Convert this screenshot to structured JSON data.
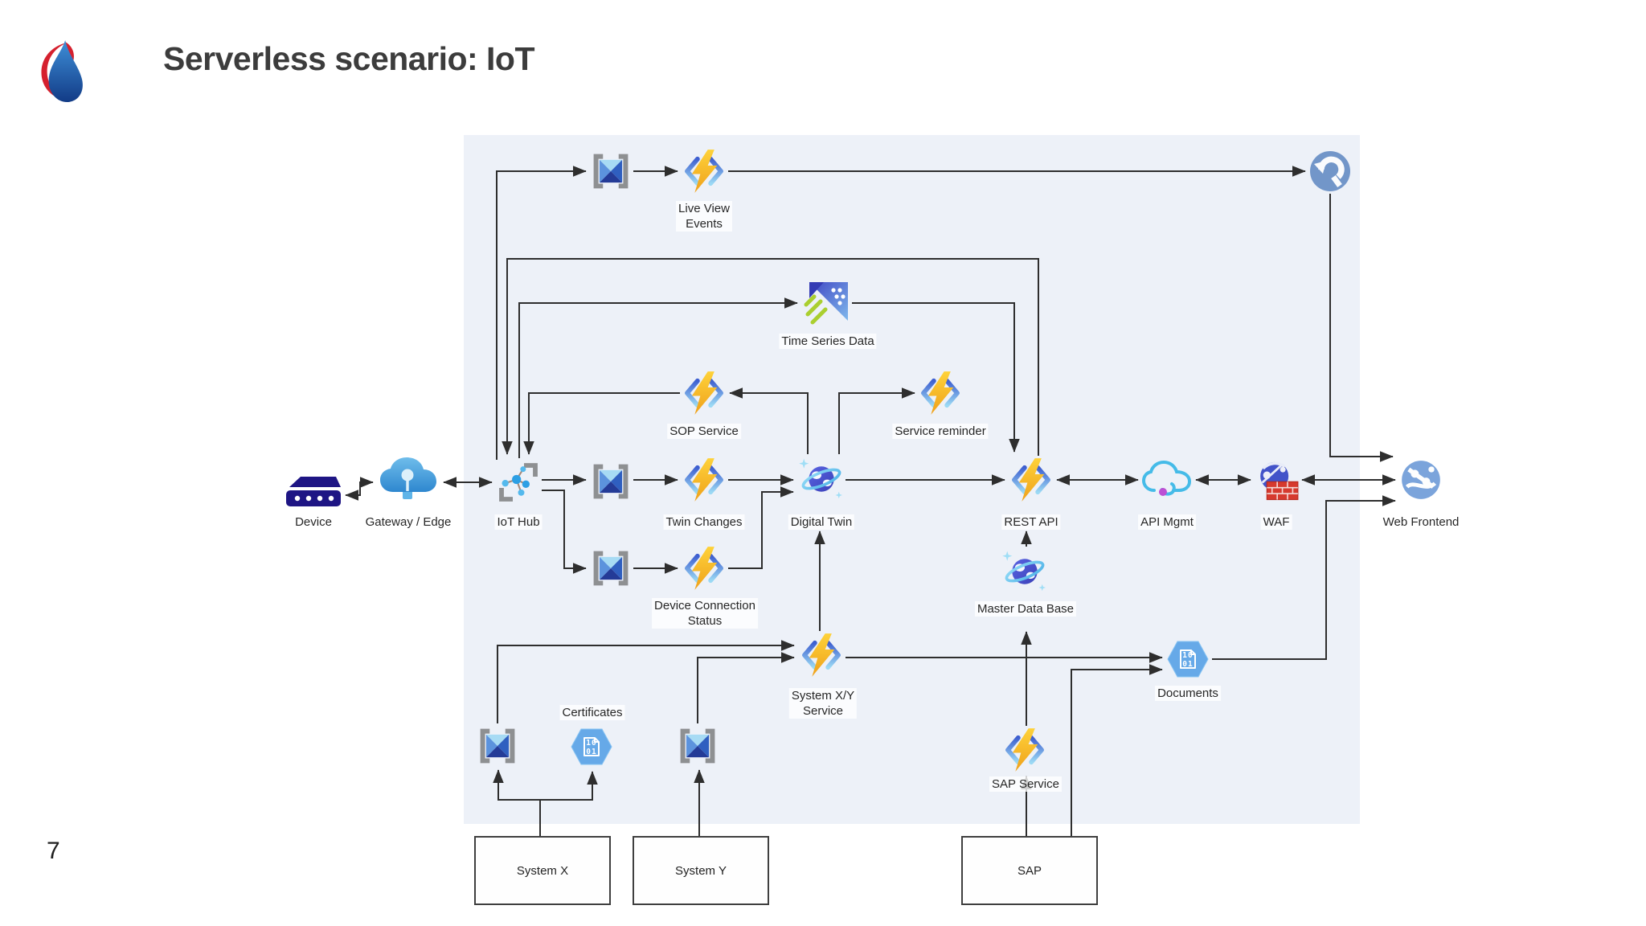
{
  "slide": {
    "title": "Serverless scenario: IoT",
    "page_number": "7"
  },
  "nodes": {
    "device": {
      "label": "Device"
    },
    "gateway": {
      "label": "Gateway / Edge"
    },
    "iot_hub": {
      "label": "IoT Hub"
    },
    "live_view_events": {
      "label": "Live View\nEvents"
    },
    "time_series_data": {
      "label": "Time Series Data"
    },
    "sop_service": {
      "label": "SOP Service"
    },
    "service_reminder": {
      "label": "Service reminder"
    },
    "twin_changes": {
      "label": "Twin Changes"
    },
    "digital_twin": {
      "label": "Digital Twin"
    },
    "device_connection_status": {
      "label": "Device Connection\nStatus"
    },
    "rest_api": {
      "label": "REST API"
    },
    "api_mgmt": {
      "label": "API Mgmt"
    },
    "waf": {
      "label": "WAF"
    },
    "web_frontend": {
      "label": "Web Frontend"
    },
    "master_data_base": {
      "label": "Master Data Base"
    },
    "system_xy_service": {
      "label": "System X/Y\nService"
    },
    "certificates": {
      "label": "Certificates"
    },
    "documents": {
      "label": "Documents"
    },
    "sap_service": {
      "label": "SAP Service"
    },
    "system_x": {
      "label": "System X"
    },
    "system_y": {
      "label": "System Y"
    },
    "sap": {
      "label": "SAP"
    },
    "hex_code": "10\n01"
  },
  "colors": {
    "panel_bg": "#EDF1F8",
    "connector_line": "#2E2E2E",
    "functions_bolt_yellow": "#F7BE26",
    "functions_bracket_blue": "#3E5FD0",
    "event_grid_gray": "#8E9092",
    "azure_blue": "#2D8FD6",
    "hexagon_blue": "#66A9E8",
    "waf_brick_red": "#D63A2E",
    "device_navy": "#1E1584",
    "cosmos_indigo": "#4A55CC",
    "signalr_steel_blue": "#7296C9",
    "title_text": "#3C3C3C",
    "green_slash": "#AACF2F"
  }
}
